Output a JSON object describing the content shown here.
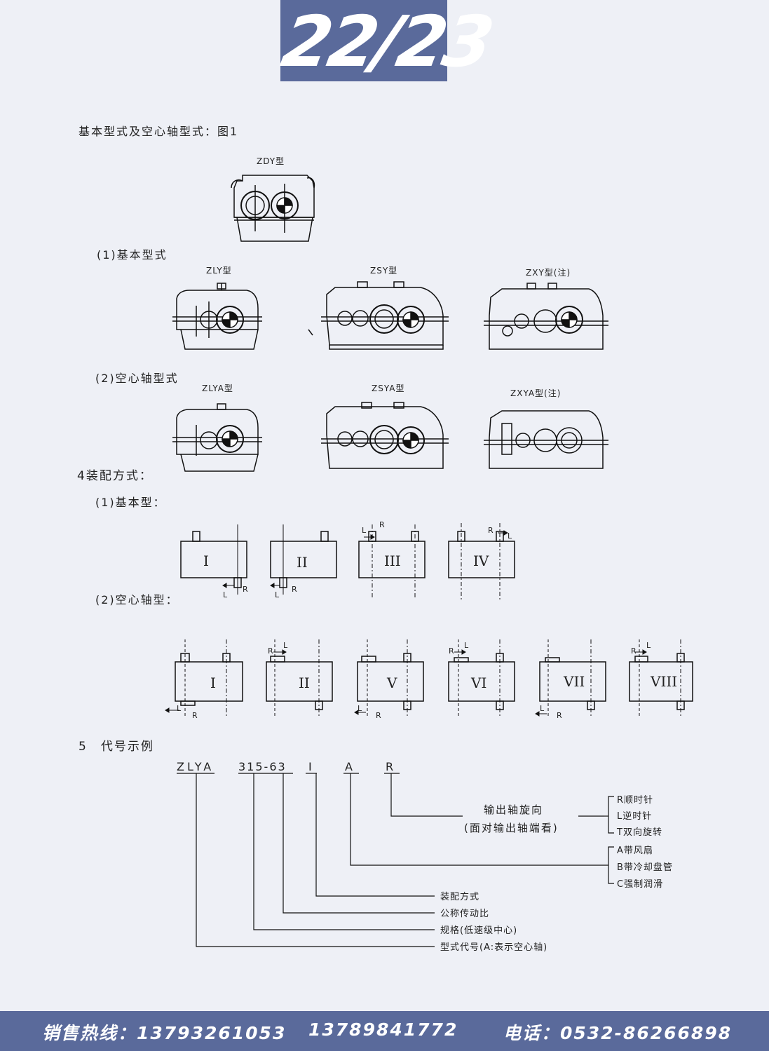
{
  "page": {
    "number": "22/23"
  },
  "section3": {
    "title": "基本型式及空心轴型式：图1",
    "zdy": "ZDY型",
    "basic_heading": "(1)基本型式",
    "zly": "ZLY型",
    "zsy": "ZSY型",
    "zxy": "ZXY型(注)",
    "hollow_heading": "(2)空心轴型式",
    "zlya": "ZLYA型",
    "zsya": "ZSYA型",
    "zxya": "ZXYA型(注)"
  },
  "section4": {
    "title": "4装配方式：",
    "basic_heading": "(1)基本型：",
    "hollow_heading": "(2)空心轴型：",
    "basic_labels": [
      "I",
      "II",
      "III",
      "IV"
    ],
    "hollow_labels": [
      "I",
      "II",
      "V",
      "VI",
      "VII",
      "VIII"
    ],
    "dir_l": "L",
    "dir_r": "R"
  },
  "section5": {
    "title": "5　代号示例",
    "code_parts": [
      "ZLYA",
      "315-63",
      "I",
      "A",
      "R"
    ],
    "rotation_label_1": "输出轴旋向",
    "rotation_label_2": "(面对输出轴端看)",
    "rotation_options": [
      "R顺时针",
      "L逆时针",
      "T双向旋转"
    ],
    "cooling_options": [
      "A带风扇",
      "B带冷却盘管",
      "C强制润滑"
    ],
    "assembly": "装配方式",
    "ratio": "公称传动比",
    "spec": "规格(低速级中心)",
    "type_code": "型式代号(A:表示空心轴)"
  },
  "footer": {
    "hotline": "销售热线：13793261053",
    "hotline2": "13789841772",
    "phone": "电话：0532-86266898"
  }
}
